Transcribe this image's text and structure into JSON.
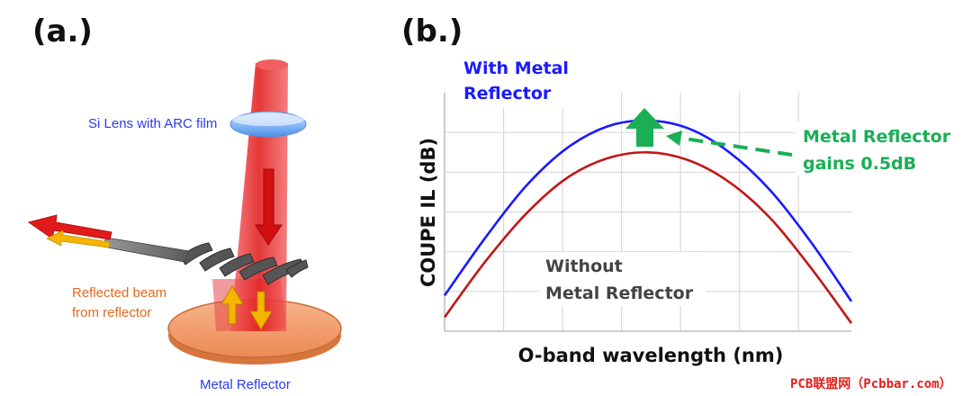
{
  "panel_a": {
    "label": "(a.)",
    "lens_label": "Si Lens with ARC film",
    "reflected_label_line1": "Reflected beam",
    "reflected_label_line2": "from reflector",
    "reflector_label": "Metal Reflector"
  },
  "panel_b": {
    "label": "(b.)",
    "with_label_line1": "With Metal",
    "with_label_line2": "Reflector",
    "without_label_line1": "Without",
    "without_label_line2": "Metal Reflector",
    "gain_label_line1": "Metal Reflector",
    "gain_label_line2": "gains 0.5dB"
  },
  "watermark": "PCB联盟网（Pcbbar.com）",
  "colors": {
    "with_curve": "#1a1aff",
    "without_curve": "#c01818",
    "gain_annotation": "#1aae55",
    "lens_label": "#2b3ae8",
    "reflected_label": "#e06a1f",
    "reflector_label": "#2b3ae8",
    "beam": "#e11b1b",
    "reflector_disk": "#f4a073",
    "arrow_yellow": "#f6b400"
  },
  "chart_data": {
    "type": "line",
    "title": "",
    "xlabel": "O-band wavelength (nm)",
    "ylabel": "COUPE IL (dB)",
    "grid": true,
    "legend": "none",
    "x": [
      0,
      1,
      2,
      3,
      4,
      5,
      6,
      7,
      8,
      9,
      10
    ],
    "xlim": [
      0,
      10
    ],
    "ylim": [
      0,
      6
    ],
    "series": [
      {
        "name": "With Metal Reflector",
        "values": [
          0.9,
          2.35,
          3.65,
          4.6,
          5.15,
          5.3,
          5.1,
          4.5,
          3.55,
          2.25,
          0.75
        ]
      },
      {
        "name": "Without Metal Reflector",
        "values": [
          0.35,
          1.75,
          2.95,
          3.85,
          4.35,
          4.5,
          4.3,
          3.75,
          2.85,
          1.6,
          0.2
        ]
      }
    ]
  }
}
